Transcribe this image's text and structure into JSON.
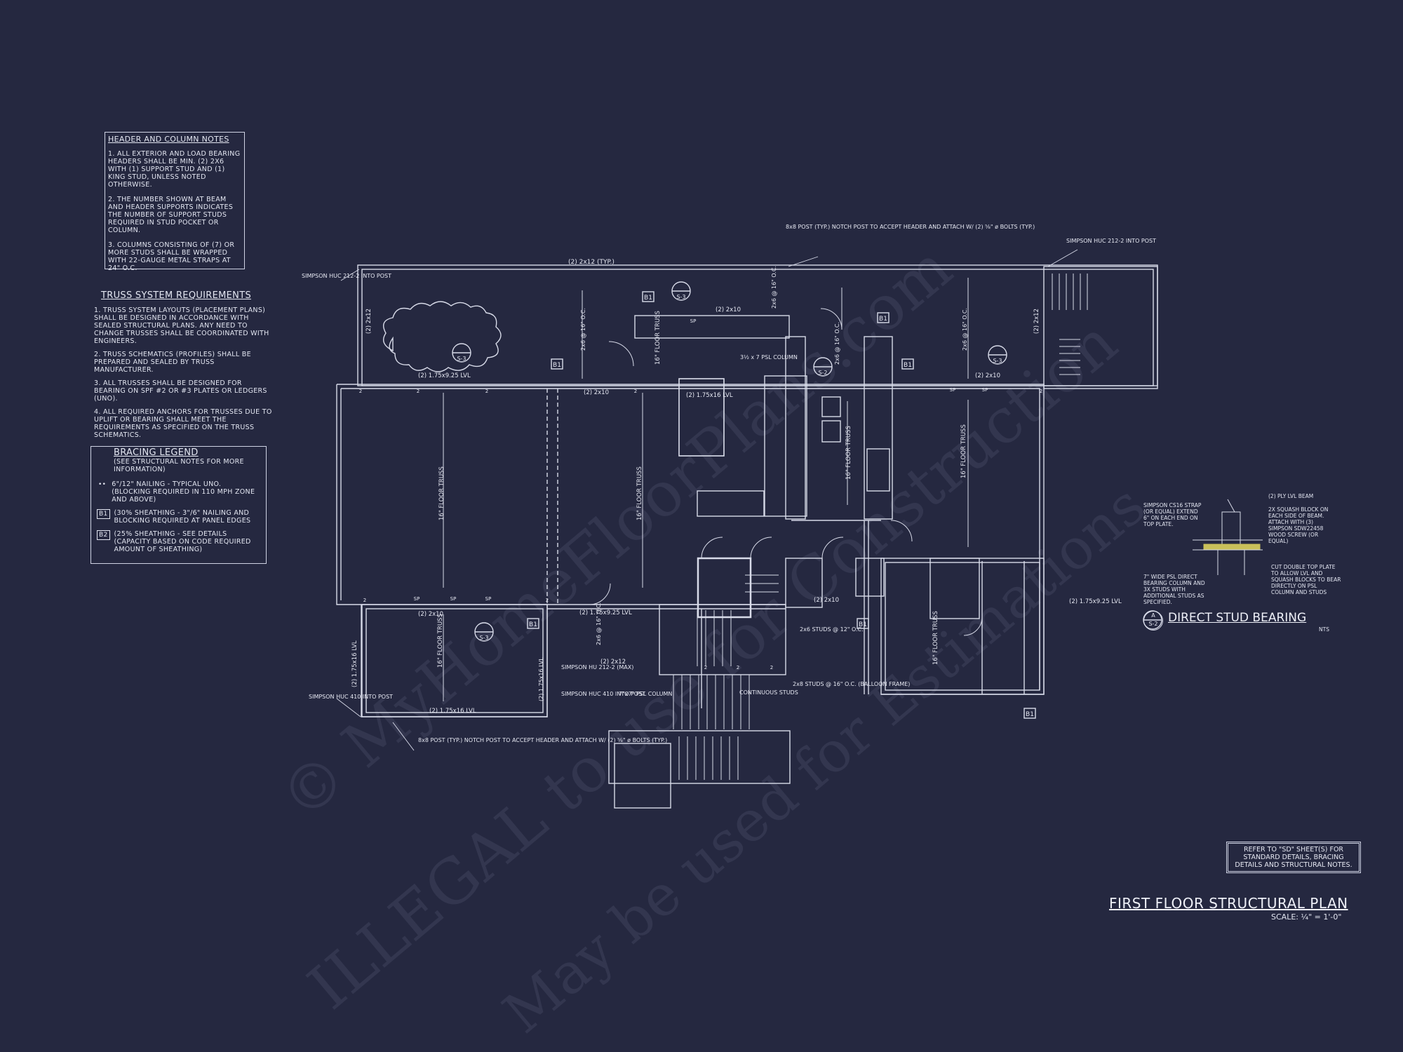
{
  "header_notes": {
    "title": "HEADER AND COLUMN NOTES",
    "items": [
      "1. ALL EXTERIOR AND LOAD BEARING HEADERS SHALL BE MIN. (2) 2x6 WITH (1) SUPPORT STUD AND (1) KING STUD, UNLESS NOTED OTHERWISE.",
      "2. THE NUMBER SHOWN AT BEAM AND HEADER SUPPORTS INDICATES THE NUMBER OF SUPPORT STUDS REQUIRED IN STUD POCKET OR COLUMN.",
      "3. COLUMNS CONSISTING OF (7) OR MORE STUDS SHALL BE WRAPPED WITH 22-GAUGE METAL STRAPS AT 24\" O.C."
    ]
  },
  "truss_requirements": {
    "title": "TRUSS SYSTEM REQUIREMENTS",
    "items": [
      "1. TRUSS SYSTEM LAYOUTS (PLACEMENT PLANS) SHALL BE DESIGNED IN ACCORDANCE WITH SEALED STRUCTURAL PLANS. ANY NEED TO CHANGE TRUSSES SHALL BE COORDINATED WITH ENGINEERS.",
      "2. TRUSS SCHEMATICS (PROFILES) SHALL BE PREPARED AND SEALED BY TRUSS MANUFACTURER.",
      "3. ALL TRUSSES SHALL BE DESIGNED FOR BEARING ON SPF #2 OR #3 PLATES OR LEDGERS (UNO).",
      "4. ALL REQUIRED ANCHORS FOR TRUSSES DUE TO UPLIFT OR BEARING SHALL MEET THE REQUIREMENTS AS SPECIFIED ON THE TRUSS SCHEMATICS."
    ]
  },
  "bracing_legend": {
    "title": "BRACING LEGEND",
    "subtitle": "(SEE STRUCTURAL NOTES FOR MORE INFORMATION)",
    "rows": [
      {
        "key": "••",
        "text": "6\"/12\" NAILING - TYPICAL UNO. (BLOCKING REQUIRED IN 110 MPH ZONE AND ABOVE)"
      },
      {
        "key": "B1",
        "text": "(30% SHEATHING - 3\"/6\" NAILING AND BLOCKING REQUIRED AT PANEL EDGES"
      },
      {
        "key": "B2",
        "text": "(25% SHEATHING - SEE DETAILS (CAPACITY BASED ON CODE REQUIRED AMOUNT OF SHEATHING)"
      }
    ]
  },
  "plan": {
    "labels": {
      "top_beam": "(2) 2x12 (TYP.)",
      "left_beam": "(2) 2x12",
      "right_beam": "(2) 2x12",
      "lvl_left": "(2) 1.75x9.25 LVL",
      "lvl_center": "(2) 2x10",
      "lvl_right": "(2) 2x10",
      "kitchen_lvl": "(2) 1.75x16 LVL",
      "kitchen_header": "(2) 2x10",
      "psl_column": "3½ x 7 PSL COLUMN",
      "floor_truss": "16\" FLOOR TRUSS",
      "studs_12": "2x6 @ 16\" O.C.",
      "post_top": "8x8 POST (TYP.) NOTCH POST TO ACCEPT HEADER AND ATTACH W/ (2) ⅝\" ø BOLTS (TYP.)",
      "simpson_tl": "SIMPSON HUC 212-2 INTO POST",
      "simpson_tr": "SIMPSON HUC 212-2 INTO POST",
      "lower_left_hdr": "(2) 2x10",
      "lower_center_hdr": "(2) 1.75x9.25 LVL",
      "lower_right_hdr": "(2) 2x10",
      "right_lvl": "(2) 1.75x9.25 LVL",
      "bottom_lvl": "(2) 1.75x16 LVL",
      "vert_lvl": "(2) 1.75x16 LVL",
      "simpson_bl": "SIMPSON HUC 410 INTO POST",
      "simpson_hu": "SIMPSON HU 212-2 (MAX)",
      "simpson_huc": "SIMPSON HUC 410 INTO POST",
      "psl7": "7\"x7\" PSL COLUMN",
      "cont_studs": "CONTINUOUS STUDS",
      "studs_balloon": "2x8 STUDS @ 16\" O.C. (BALLOON FRAME)",
      "studs_2x6": "2x6 STUDS @ 12\" O.C.",
      "post_bottom": "8x8 POST (TYP.) NOTCH POST TO ACCEPT HEADER AND ATTACH W/ (2) ⅝\" ø BOLTS (TYP.)",
      "header_2x12": "(2) 2x12",
      "section_tag": "S-3",
      "section_tag2": "S-2",
      "bracing_tag": "B1",
      "sp": "SP",
      "two": "2"
    }
  },
  "detail": {
    "title": "DIRECT STUD BEARING",
    "nts": "NTS",
    "tag_letter": "A",
    "tag_sheet": "S-2",
    "notes": {
      "strap": "SIMPSON CS16 STRAP (OR EQUAL) EXTEND 6\" ON EACH END ON TOP PLATE.",
      "beam": "(2) PLY LVL BEAM",
      "squash": "2X SQUASH BLOCK ON EACH SIDE OF BEAM. ATTACH WITH (3) SIMPSON SDW22458 WOOD SCREW (OR EQUAL)",
      "psl": "7\" WIDE PSL DIRECT BEARING COLUMN AND 3X STUDS WITH ADDITIONAL STUDS AS SPECIFIED.",
      "cut": "CUT DOUBLE TOP PLATE TO ALLOW LVL AND SQUASH BLOCKS TO BEAR DIRECTLY ON PSL COLUMN AND STUDS"
    }
  },
  "refer_note": "REFER TO \"SD\" SHEET(S) FOR STANDARD DETAILS, BRACING DETAILS AND STRUCTURAL NOTES.",
  "title_block": {
    "title": "FIRST FLOOR STRUCTURAL PLAN",
    "scale": "SCALE: ¼\" = 1'-0\""
  },
  "watermarks": {
    "line1": "© MyHomeFloorPlans.com",
    "line2": "ILLEGAL to use for Construction",
    "line3": "May be used for Estimations"
  },
  "colors": {
    "background": "#252840",
    "linework": "#d8dbe9"
  }
}
